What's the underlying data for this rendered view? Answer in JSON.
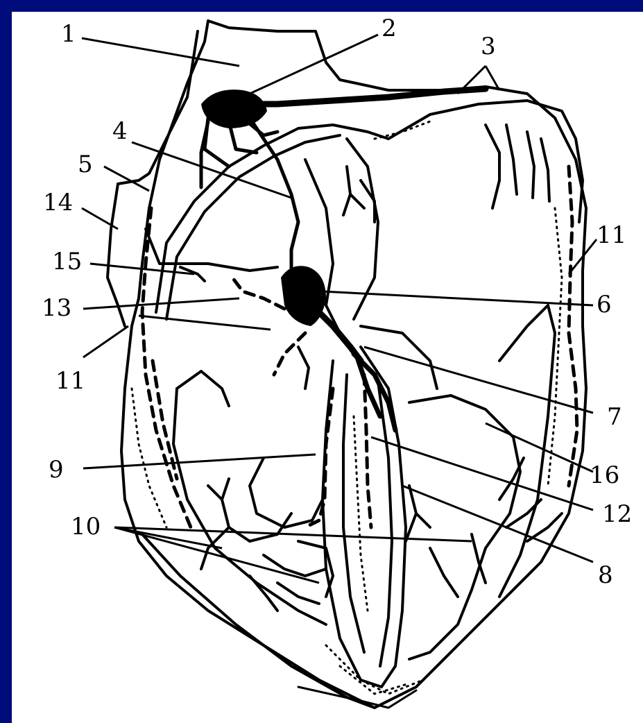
{
  "diagram": {
    "labels": [
      {
        "id": "1",
        "text": "1"
      },
      {
        "id": "2",
        "text": "2"
      },
      {
        "id": "3",
        "text": "3"
      },
      {
        "id": "4",
        "text": "4"
      },
      {
        "id": "5",
        "text": "5"
      },
      {
        "id": "6",
        "text": "6"
      },
      {
        "id": "7",
        "text": "7"
      },
      {
        "id": "8",
        "text": "8"
      },
      {
        "id": "9",
        "text": "9"
      },
      {
        "id": "10",
        "text": "10"
      },
      {
        "id": "11a",
        "text": "11"
      },
      {
        "id": "11b",
        "text": "11"
      },
      {
        "id": "12",
        "text": "12"
      },
      {
        "id": "13",
        "text": "13"
      },
      {
        "id": "14",
        "text": "14"
      },
      {
        "id": "15",
        "text": "15"
      },
      {
        "id": "16",
        "text": "16"
      }
    ]
  },
  "colors": {
    "slide_background": "#000C7A",
    "panel_background": "#FFFFFF",
    "ink": "#000000"
  }
}
